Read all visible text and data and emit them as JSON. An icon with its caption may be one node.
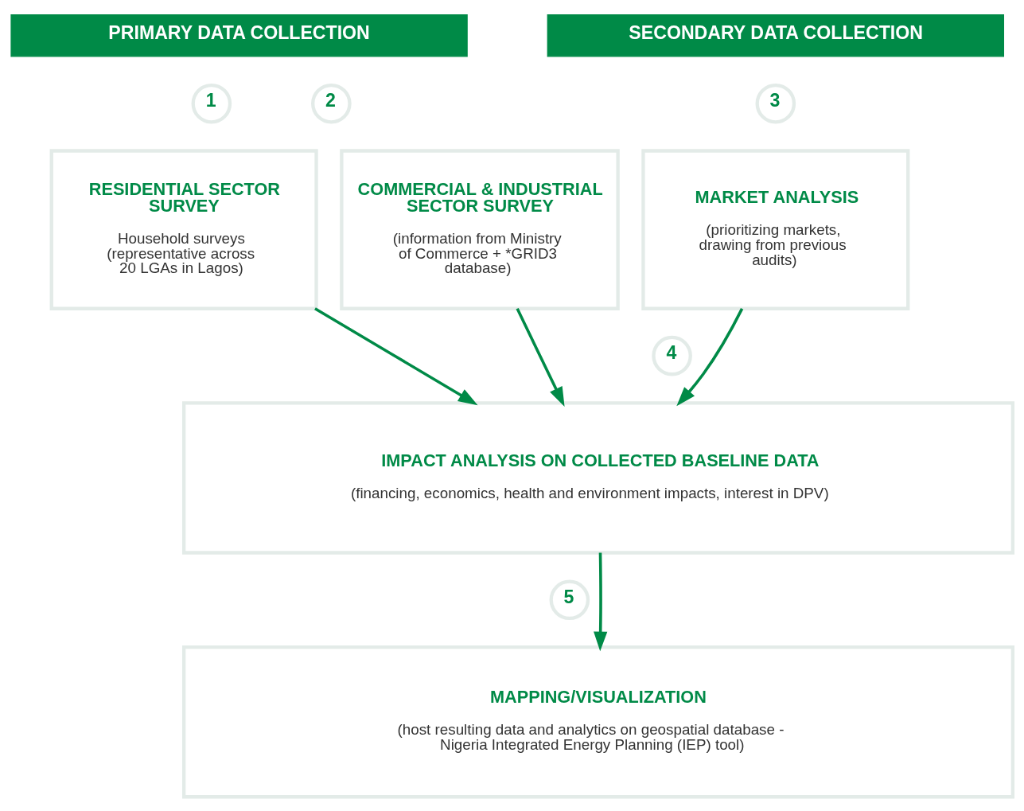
{
  "diagram": {
    "nodes": [
      {
        "text": [
          "PRIMARY DATA COLLECTION"
        ]
      },
      {
        "text": [
          "SECONDARY DATA COLLECTION"
        ]
      },
      {
        "text": [
          "1"
        ]
      },
      {
        "text": [
          "RESIDENTIAL SECTOR SURVEY",
          "Household surveys (representative across 20 LGAs in Lagos)"
        ]
      },
      {
        "text": [
          "2"
        ]
      },
      {
        "text": [
          "COMMERCIAL & INDUSTRIAL SECTOR SURVEY",
          "(information from Ministry of Commerce + *GRID3 database)"
        ]
      },
      {
        "text": [
          "3"
        ]
      },
      {
        "text": [
          "MARKET ANALYSIS",
          "(prioritizing markets, drawing from previous audits)"
        ]
      },
      {
        "text": [
          "4"
        ]
      },
      {
        "text": [
          "IMPACT ANALYSIS ON COLLECTED BASELINE DATA",
          "(financing, economics, health and environment impacts, interest in DPV)"
        ]
      },
      {
        "text": [
          "5"
        ]
      },
      {
        "text": [
          "MAPPING/VISUALIZATION",
          "(host resulting data and analytics on geospatial database - Nigeria Integrated Energy Planning (IEP) tool)"
        ]
      }
    ],
    "edges": [
      {
        "from": 3,
        "to": 9,
        "arrow": "to"
      },
      {
        "from": 5,
        "to": 9,
        "arrow": "to"
      },
      {
        "from": 7,
        "to": 9,
        "arrow": "to"
      },
      {
        "from": 9,
        "to": 11,
        "arrow": "to"
      }
    ]
  }
}
